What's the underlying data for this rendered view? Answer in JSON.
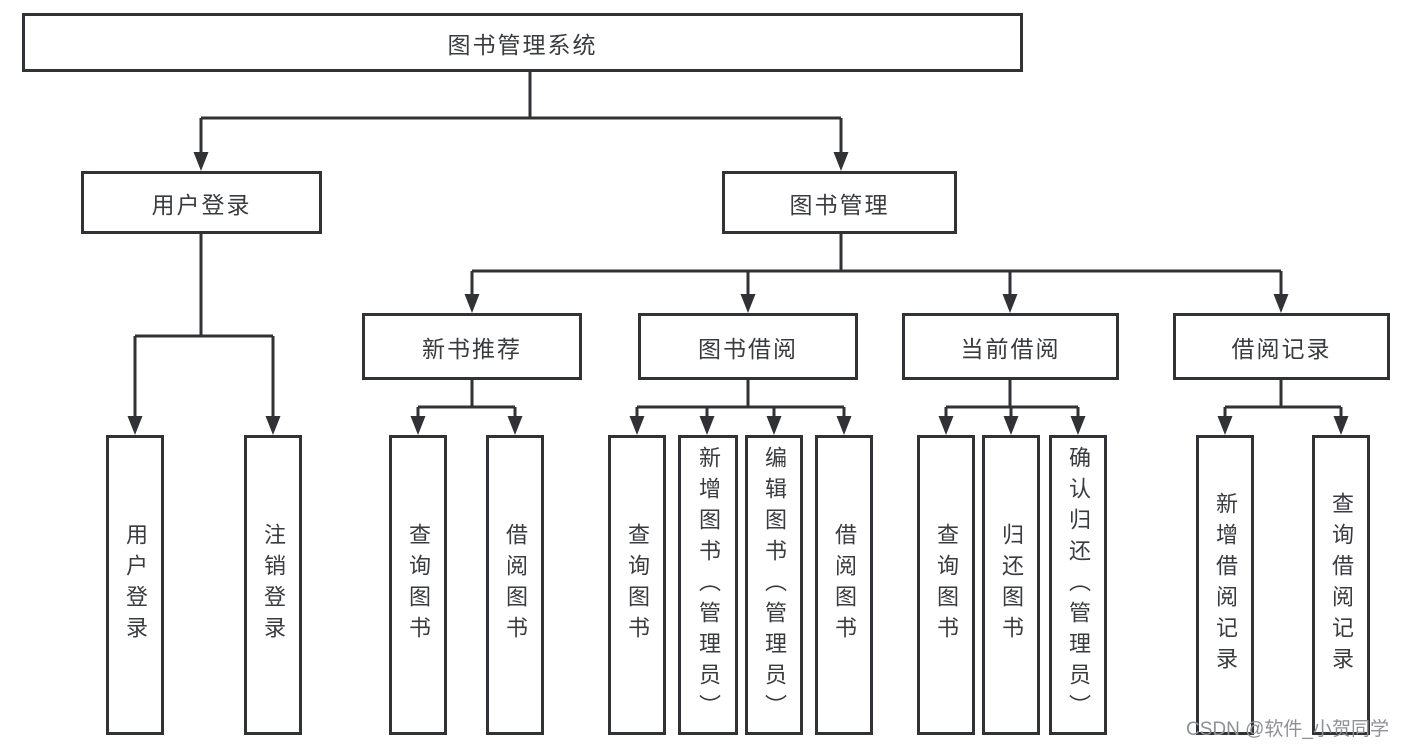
{
  "tree": {
    "label": "图书管理系统",
    "children": [
      {
        "label": "用户登录",
        "children": [
          {
            "label": "用户登录"
          },
          {
            "label": "注销登录"
          }
        ]
      },
      {
        "label": "图书管理",
        "children": [
          {
            "label": "新书推荐",
            "children": [
              {
                "label": "查询图书"
              },
              {
                "label": "借阅图书"
              }
            ]
          },
          {
            "label": "图书借阅",
            "children": [
              {
                "label": "查询图书"
              },
              {
                "label": "新增图书（管理员）"
              },
              {
                "label": "编辑图书（管理员）"
              },
              {
                "label": "借阅图书"
              }
            ]
          },
          {
            "label": "当前借阅",
            "children": [
              {
                "label": "查询图书"
              },
              {
                "label": "归还图书"
              },
              {
                "label": "确认归还（管理员）"
              }
            ]
          },
          {
            "label": "借阅记录",
            "children": [
              {
                "label": "新增借阅记录"
              },
              {
                "label": "查询借阅记录"
              }
            ]
          }
        ]
      }
    ]
  },
  "watermark": {
    "text": "CSDN @软件_小贺同学"
  },
  "colors": {
    "line": "#313236",
    "text": "#3a3b3f",
    "watermark": "#8f9095",
    "background": "#ffffff"
  }
}
